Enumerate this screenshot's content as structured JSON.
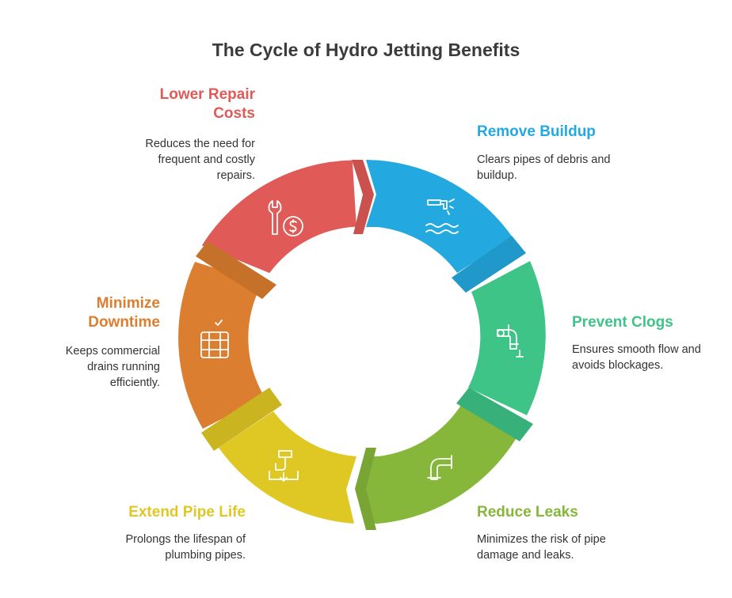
{
  "title": "The Cycle of Hydro Jetting Benefits",
  "colors": {
    "red": "#e05a57",
    "blue": "#23a9df",
    "green": "#3ec487",
    "lime": "#86b73a",
    "yellow": "#e0c824",
    "orange": "#dc7e2f"
  },
  "segments": [
    {
      "id": "remove-buildup",
      "label": "Remove Buildup",
      "description": "Clears pipes of debris and buildup.",
      "color": "#23a9df",
      "icon": "faucet-water-icon"
    },
    {
      "id": "prevent-clogs",
      "label": "Prevent Clogs",
      "description": "Ensures smooth flow and avoids blockages.",
      "color": "#3ec487",
      "icon": "pipe-elbow-icon"
    },
    {
      "id": "reduce-leaks",
      "label": "Reduce Leaks",
      "description": "Minimizes the risk of pipe damage and leaks.",
      "color": "#86b73a",
      "icon": "pipe-joint-icon"
    },
    {
      "id": "extend-pipe-life",
      "label": "Extend Pipe Life",
      "description": "Prolongs the lifespan of plumbing pipes.",
      "color": "#e0c824",
      "icon": "pipe-install-icon"
    },
    {
      "id": "minimize-downtime",
      "label": "Minimize Downtime",
      "description": "Keeps commercial drains running efficiently.",
      "color": "#dc7e2f",
      "icon": "drain-check-icon"
    },
    {
      "id": "lower-repair-costs",
      "label": "Lower Repair Costs",
      "description": "Reduces the need for frequent and costly repairs.",
      "color": "#e05a57",
      "icon": "wrench-dollar-icon"
    }
  ]
}
